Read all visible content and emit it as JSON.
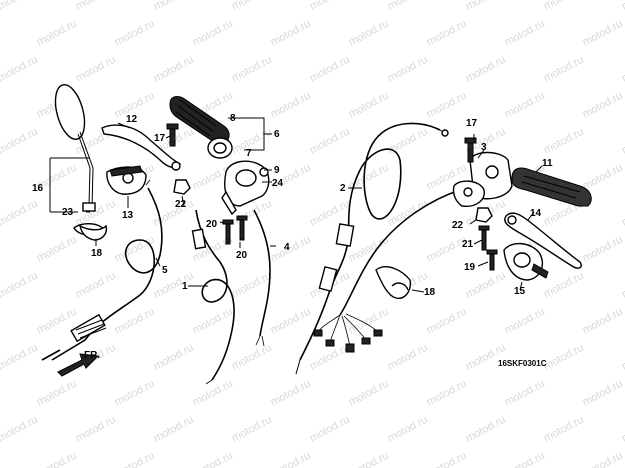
{
  "diagram": {
    "drawing_code": "16SKF0301C",
    "front_marker": "FR.",
    "watermark_text": "motod.ru",
    "callouts": [
      "1",
      "2",
      "3",
      "4",
      "5",
      "6",
      "7",
      "8",
      "9",
      "11",
      "12",
      "13",
      "14",
      "15",
      "16",
      "17",
      "17",
      "18",
      "18",
      "19",
      "20",
      "20",
      "21",
      "22",
      "22",
      "23",
      "24"
    ]
  }
}
